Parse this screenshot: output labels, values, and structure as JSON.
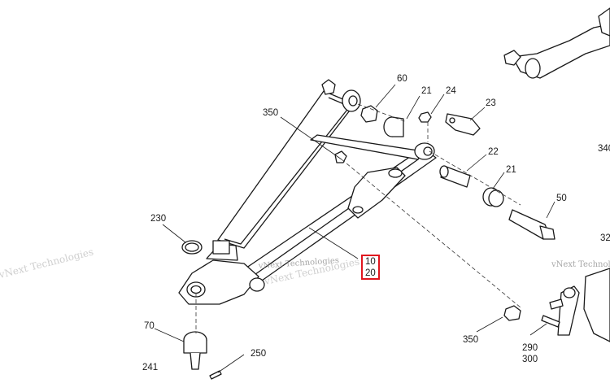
{
  "callouts": {
    "c60": "60",
    "c21a": "21",
    "c24": "24",
    "c23": "23",
    "c350a": "350",
    "c22": "22",
    "c21b": "21",
    "c50": "50",
    "c230": "230",
    "c10": "10",
    "c20": "20",
    "c70": "70",
    "c250": "250",
    "c241": "241",
    "c350b": "350",
    "c290": "290",
    "c300": "300",
    "c340_partial": "340",
    "c32_partial": "32"
  },
  "watermarks": {
    "a": "vNext Technologies",
    "b": "vNext Technologies",
    "c": "vNext Technologies",
    "d": "vNext Technologies"
  },
  "highlight_color": "#e0161f"
}
